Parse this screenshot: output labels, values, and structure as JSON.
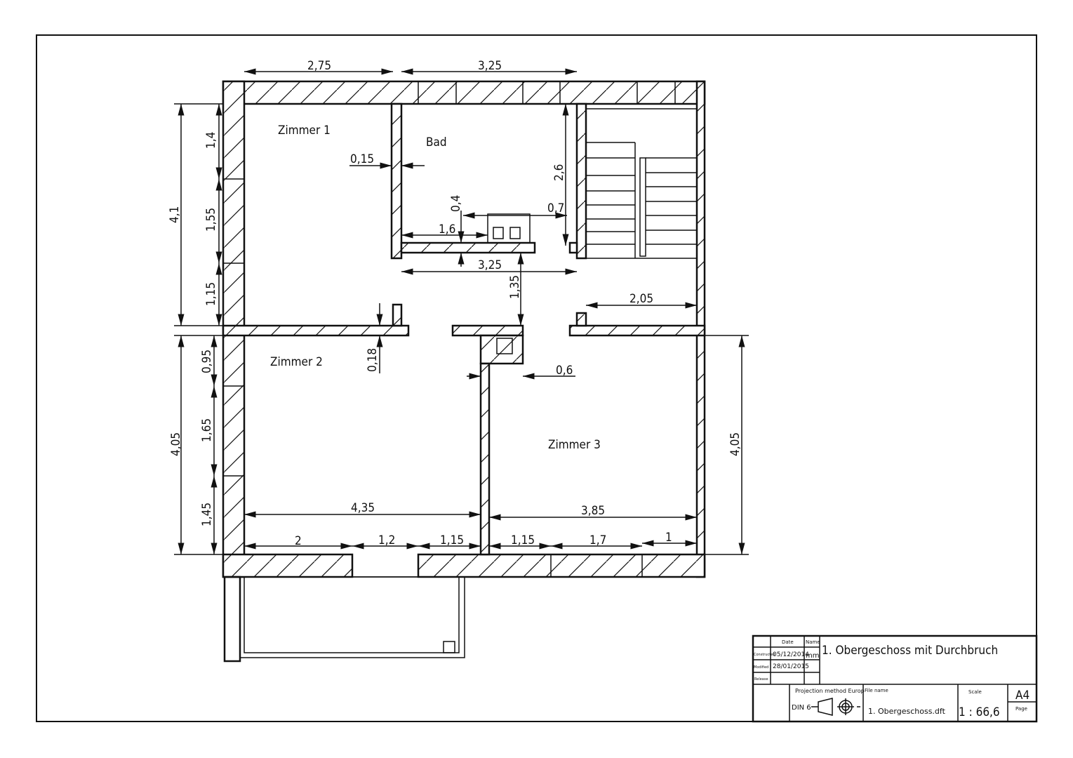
{
  "rooms": {
    "zimmer1": "Zimmer 1",
    "bad": "Bad",
    "zimmer2": "Zimmer 2",
    "zimmer3": "Zimmer 3"
  },
  "dimensions": [
    "2,75",
    "3,25",
    "1,4",
    "1,55",
    "1,15",
    "4,1",
    "0,95",
    "1,65",
    "1,45",
    "4,05",
    "4,05",
    "0,15",
    "2,6",
    "0,4",
    "0,7",
    "1,6",
    "3,25",
    "1,35",
    "2,05",
    "0,18",
    "0,6",
    "4,35",
    "3,85",
    "2",
    "1,2",
    "1,15",
    "1,15",
    "1,7",
    "1"
  ],
  "title_block": {
    "title": "1. Obergeschoss mit Durchbruch",
    "date_header": "Date",
    "name_header": "Name",
    "constructed_label": "Constructed",
    "constructed_date": "05/12/2014",
    "constructed_name": "mm",
    "modified_label": "Modified",
    "modified_date": "28/01/2015",
    "release_label": "Release",
    "projection_label": "Projection method Europ",
    "projection_din": "DIN 6",
    "file_name_label": "File name",
    "file_name": "1. Obergeschoss.dft",
    "scale_label": "Scale",
    "scale": "1 : 66,6",
    "format": "A4",
    "page_label": "Page"
  }
}
